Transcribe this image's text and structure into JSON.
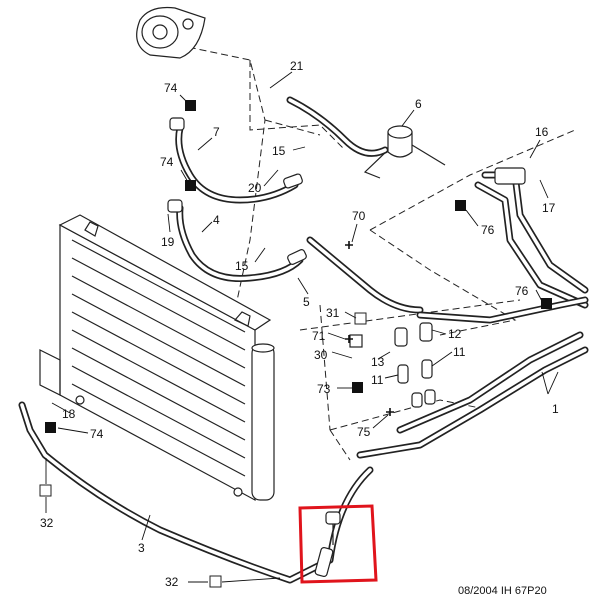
{
  "callouts": [
    {
      "id": "c21",
      "text": "21"
    },
    {
      "id": "c74a",
      "text": "74"
    },
    {
      "id": "c7",
      "text": "7"
    },
    {
      "id": "c6",
      "text": "6"
    },
    {
      "id": "c16",
      "text": "16"
    },
    {
      "id": "c74b",
      "text": "74"
    },
    {
      "id": "c15a",
      "text": "15"
    },
    {
      "id": "c20",
      "text": "20"
    },
    {
      "id": "c17",
      "text": "17"
    },
    {
      "id": "c70",
      "text": "70"
    },
    {
      "id": "c76a",
      "text": "76"
    },
    {
      "id": "c19",
      "text": "19"
    },
    {
      "id": "c4",
      "text": "4"
    },
    {
      "id": "c15b",
      "text": "15"
    },
    {
      "id": "c5",
      "text": "5"
    },
    {
      "id": "c76b",
      "text": "76"
    },
    {
      "id": "c31",
      "text": "31"
    },
    {
      "id": "c71",
      "text": "71"
    },
    {
      "id": "c12",
      "text": "12"
    },
    {
      "id": "c30",
      "text": "30"
    },
    {
      "id": "c13",
      "text": "13"
    },
    {
      "id": "c11a",
      "text": "11"
    },
    {
      "id": "c11b",
      "text": "11"
    },
    {
      "id": "c73",
      "text": "73"
    },
    {
      "id": "c1",
      "text": "1"
    },
    {
      "id": "c18",
      "text": "18"
    },
    {
      "id": "c74c",
      "text": "74"
    },
    {
      "id": "c75",
      "text": "75"
    },
    {
      "id": "c32a",
      "text": "32"
    },
    {
      "id": "c3",
      "text": "3"
    },
    {
      "id": "c32b",
      "text": "32"
    }
  ],
  "footer": "08/2004  IH 67P20",
  "colors": {
    "line": "#222222",
    "highlight": "#e0141c",
    "background": "#ffffff"
  }
}
